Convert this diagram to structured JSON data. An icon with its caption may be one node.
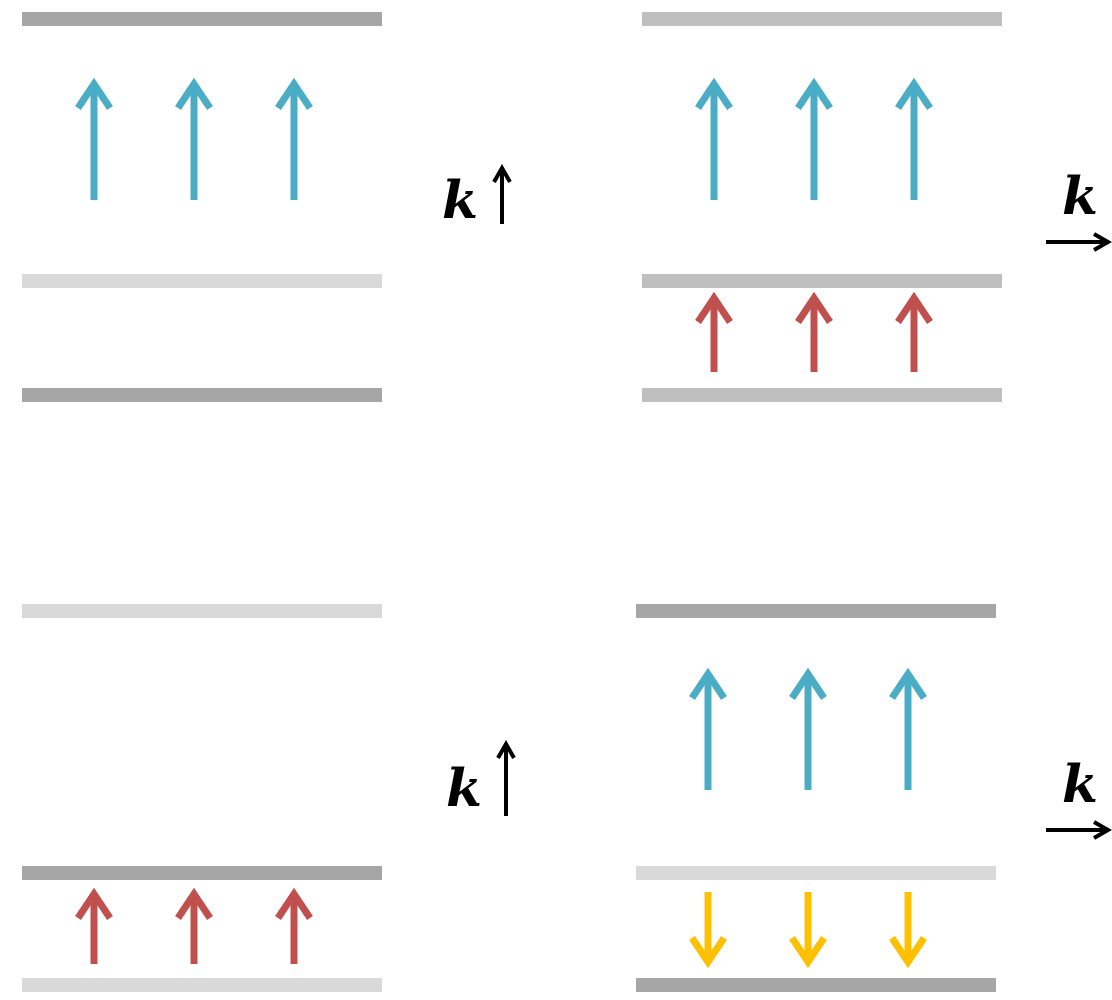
{
  "diagram": {
    "labels": [
      "k",
      "k",
      "k",
      "k"
    ]
  }
}
